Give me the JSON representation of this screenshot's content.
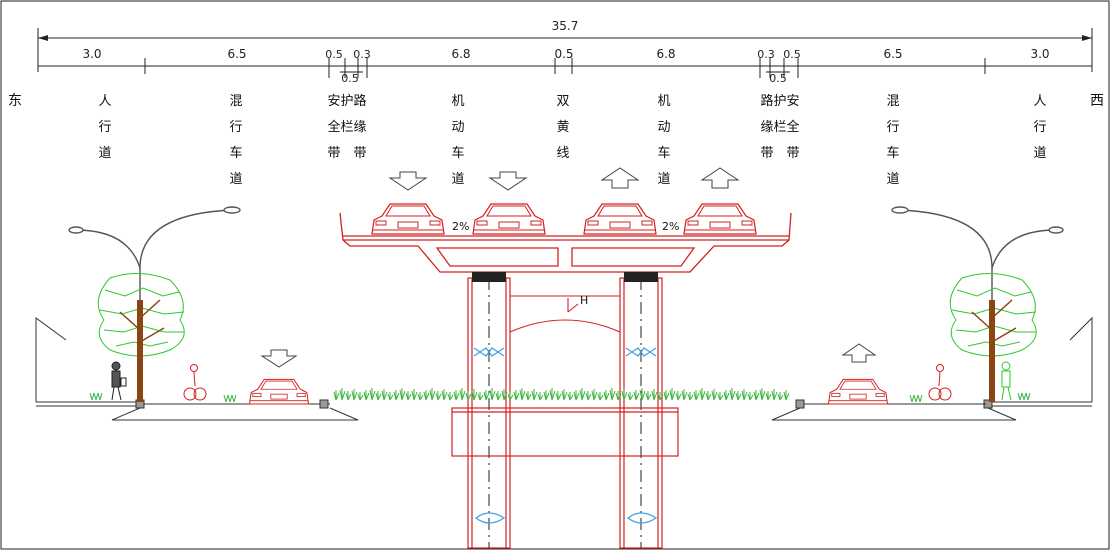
{
  "dimensions": {
    "total": "35.7",
    "segments": [
      "3.0",
      "6.5",
      "0.5",
      "0.5",
      "0.3",
      "6.8",
      "0.5",
      "6.8",
      "0.3",
      "0.5",
      "0.5",
      "6.5",
      "3.0"
    ]
  },
  "directions": {
    "left": "东",
    "right": "西"
  },
  "lanes": {
    "sidewalk_left": [
      "人",
      "行",
      "道"
    ],
    "mixed_left": [
      "混",
      "行",
      "车",
      "道"
    ],
    "safety_left": [
      "安",
      "全",
      "带"
    ],
    "guard_left": [
      "护",
      "栏"
    ],
    "curb_left": [
      "路",
      "缘",
      "带"
    ],
    "motor_left": [
      "机",
      "动",
      "车",
      "道"
    ],
    "center": [
      "双",
      "黄",
      "线"
    ],
    "motor_right": [
      "机",
      "动",
      "车",
      "道"
    ],
    "curb_right": [
      "路",
      "缘",
      "带"
    ],
    "guard_right": [
      "护",
      "栏"
    ],
    "safety_right": [
      "安",
      "全",
      "带"
    ],
    "mixed_right": [
      "混",
      "行",
      "车",
      "道"
    ],
    "sidewalk_right": [
      "人",
      "行",
      "道"
    ]
  },
  "slopes": {
    "left": "2%",
    "right": "2%"
  },
  "beam_label": "H",
  "colors": {
    "structure": "#d42020",
    "tree": "#2ec82e",
    "trunk": "#8b4513",
    "grass": "#3cb43c",
    "lamp": "#555555",
    "pier_mark": "#40a0e0"
  }
}
